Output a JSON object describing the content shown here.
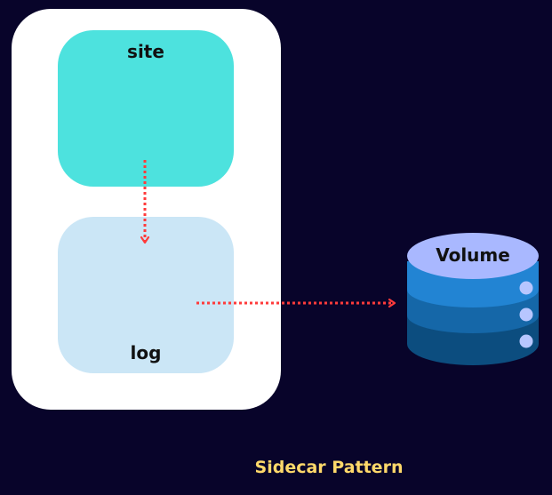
{
  "diagram": {
    "boxes": {
      "site": "site",
      "log": "log"
    },
    "volume_label": "Volume",
    "caption": "Sidecar Pattern"
  },
  "colors": {
    "background": "#08042a",
    "pod": "#ffffff",
    "site_box": "#4de2de",
    "log_box": "#cbe6f6",
    "arrow": "#ff3b3b",
    "volume_top": "#a9b8ff",
    "volume_band_1": "#2284d3",
    "volume_band_2": "#1567a8",
    "volume_band_3": "#0c4d7f",
    "volume_dot": "#b7c6ff",
    "caption": "#ffd96a"
  }
}
